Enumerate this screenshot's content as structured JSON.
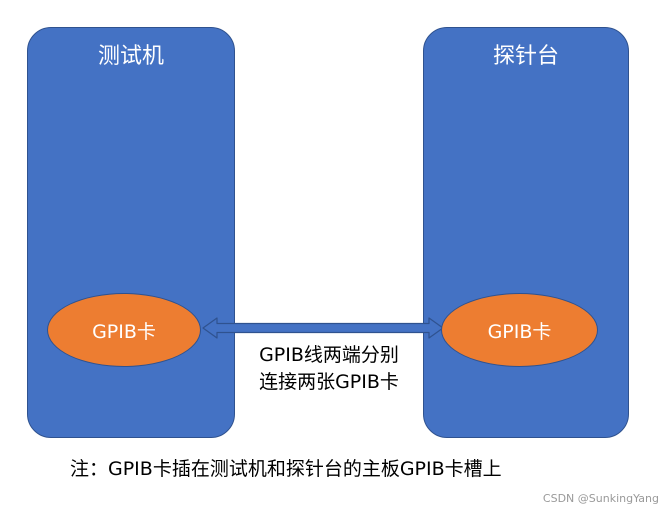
{
  "left_panel": {
    "title": "测试机",
    "card_label": "GPIB卡"
  },
  "right_panel": {
    "title": "探针台",
    "card_label": "GPIB卡"
  },
  "cable": {
    "line1": "GPIB线两端分别",
    "line2": "连接两张GPIB卡"
  },
  "note": "注：GPIB卡插在测试机和探针台的主板GPIB卡槽上",
  "watermark": "CSDN @SunkingYang",
  "colors": {
    "panel_fill": "#4472c4",
    "panel_border": "#2f528f",
    "card_fill": "#ed7d31",
    "arrow_fill": "#4472c4"
  }
}
